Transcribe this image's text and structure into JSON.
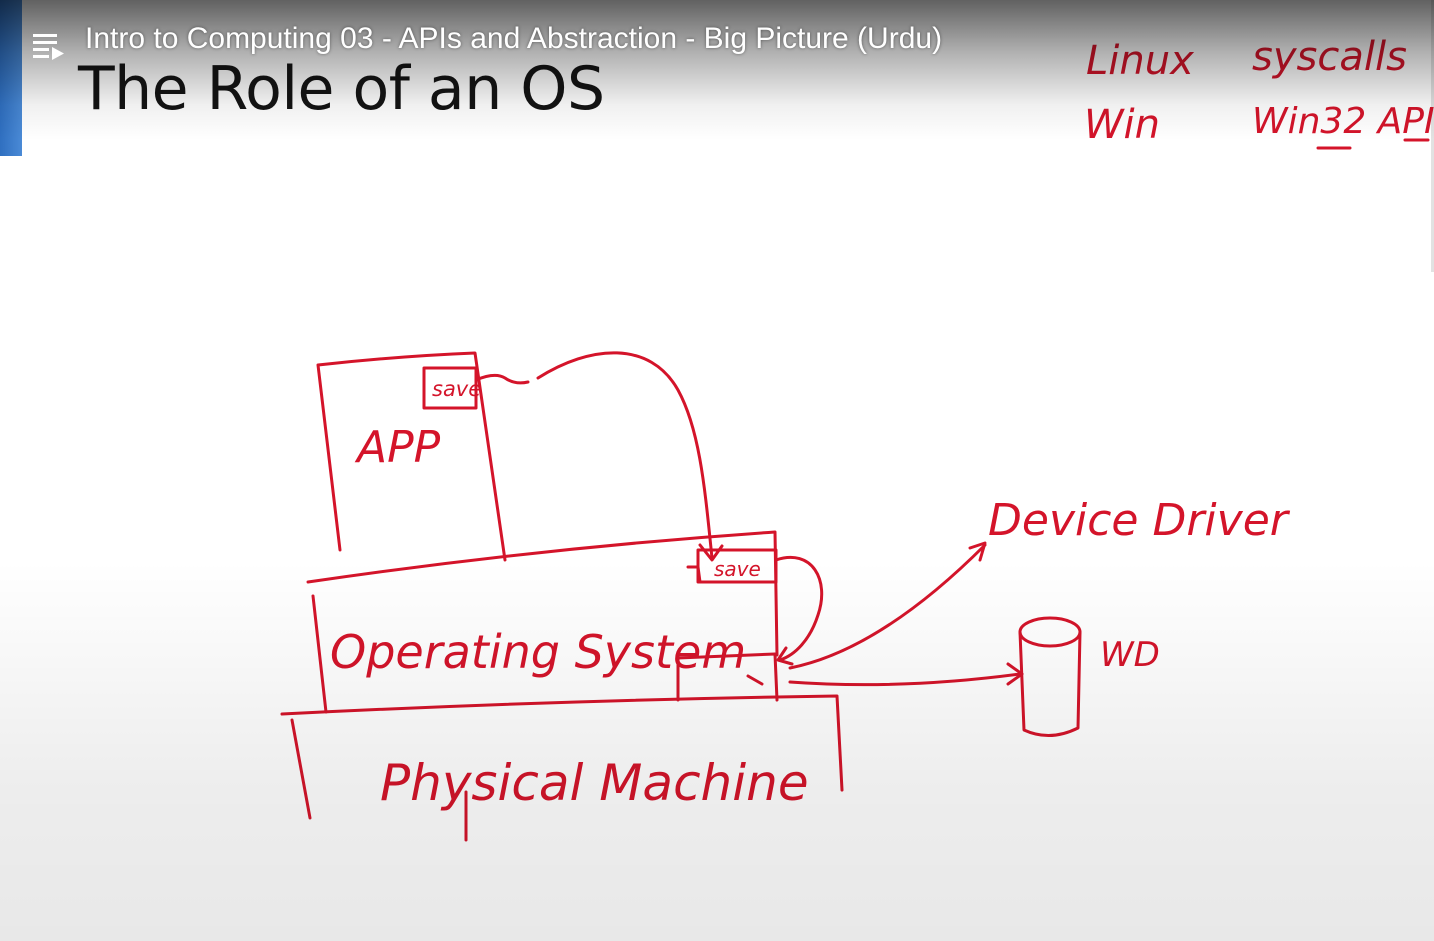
{
  "player": {
    "title": "Intro to Computing 03 - APIs and Abstraction - Big Picture (Urdu)",
    "playlist_icon": "playlist-icon"
  },
  "slide": {
    "title": "The Role of an OS",
    "accent_color": "#2f6fc0"
  },
  "annotations": {
    "ink_color": "#d4142a",
    "linux": "Linux",
    "syscalls": "syscalls",
    "win": "Win",
    "win32api": "Win32 API",
    "app": "APP",
    "save_app": "save",
    "save_os": "save",
    "operating_system": "Operating System",
    "physical_machine": "Physical Machine",
    "device_driver": "Device Driver",
    "wd": "WD"
  }
}
